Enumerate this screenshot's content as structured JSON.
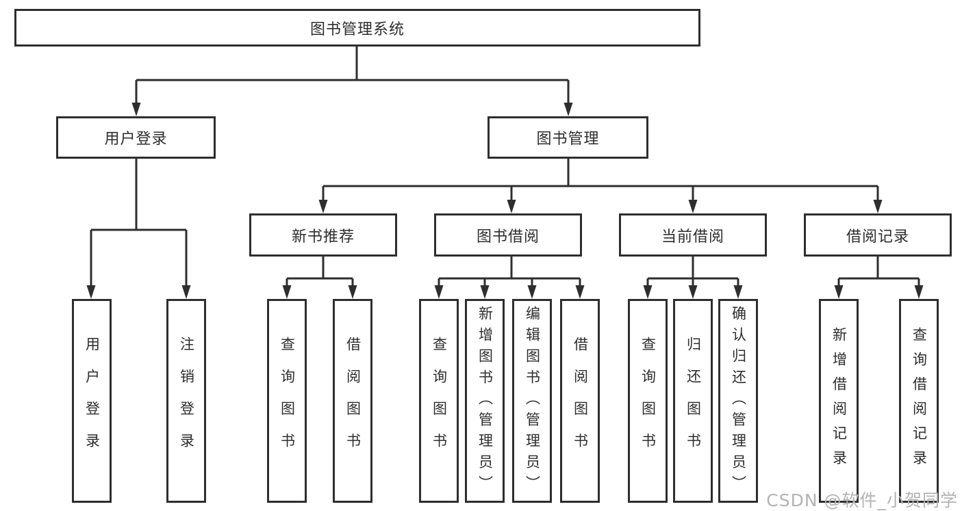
{
  "diagram": {
    "root": {
      "label": "图书管理系统"
    },
    "branches": {
      "user_login": {
        "label": "用户登录"
      },
      "book_mgmt": {
        "label": "图书管理"
      }
    },
    "modules": {
      "new_book": {
        "label": "新书推荐"
      },
      "borrow": {
        "label": "图书借阅"
      },
      "current": {
        "label": "当前借阅"
      },
      "records": {
        "label": "借阅记录"
      }
    },
    "leaves": {
      "user_login": {
        "label": "用户登录"
      },
      "logout": {
        "label": "注销登录"
      },
      "nb_query": {
        "label": "查询图书"
      },
      "nb_borrow": {
        "label": "借阅图书"
      },
      "bb_query": {
        "label": "查询图书"
      },
      "bb_add": {
        "label": "新增图书（管理员）"
      },
      "bb_edit": {
        "label": "编辑图书（管理员）"
      },
      "bb_borrow": {
        "label": "借阅图书"
      },
      "cb_query": {
        "label": "查询图书"
      },
      "cb_return": {
        "label": "归还图书"
      },
      "cb_confirm": {
        "label": "确认归还（管理员）"
      },
      "br_add": {
        "label": "新增借阅记录"
      },
      "br_query": {
        "label": "查询借阅记录"
      }
    }
  },
  "watermark": {
    "text": "CSDN @软件_小贺同学"
  },
  "colors": {
    "line": "#2e2e2e",
    "text": "#2d2d2d",
    "watermark": "#b3b3b3",
    "background": "#ffffff"
  }
}
